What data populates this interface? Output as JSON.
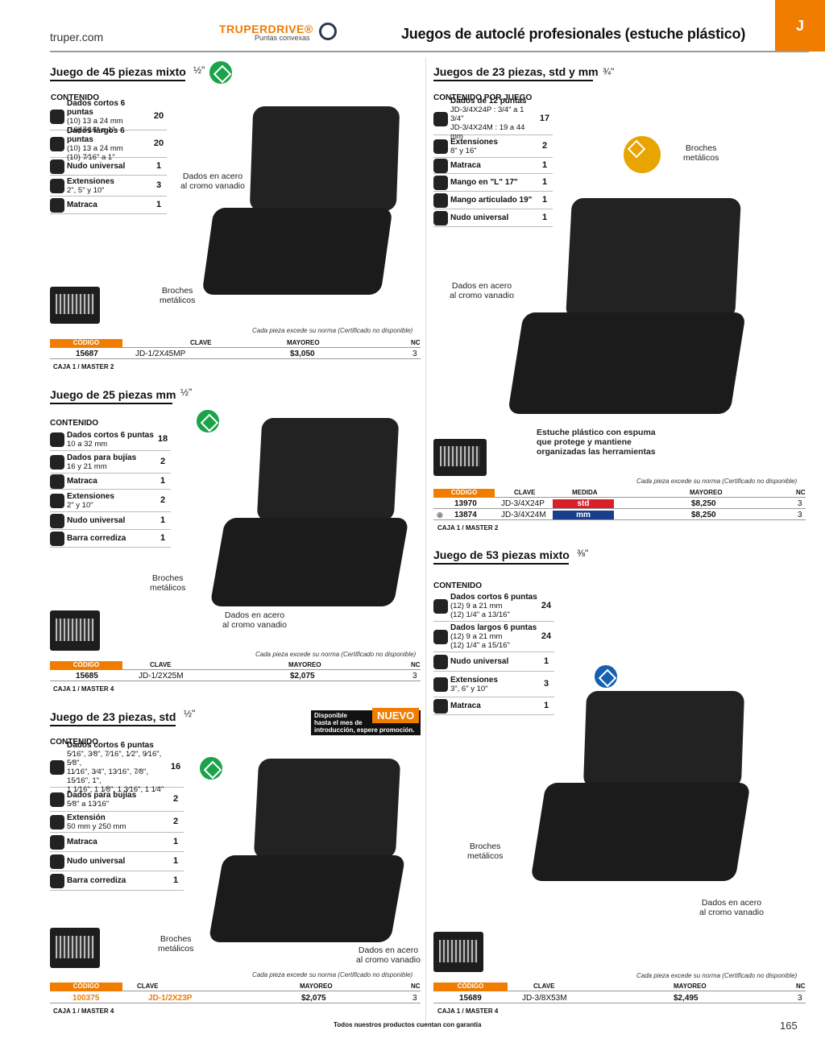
{
  "header": {
    "site": "truper.com",
    "brand": "TRUPERDRIVE",
    "brand_mark": "®",
    "brand_sub": "Puntas convexas",
    "title": "Juegos de autoclé profesionales (estuche plástico)",
    "tab": "J"
  },
  "table_headers": {
    "codigo": "CÓDIGO",
    "clave": "CLAVE",
    "medida": "MEDIDA",
    "mayoreo": "MAYOREO",
    "nc": "NC"
  },
  "note": "Cada pieza excede su norma (Certificado no disponible)",
  "callouts": {
    "acero": "Dados en acero\nal cromo vanadio",
    "broches": "Broches\nmetálicos",
    "estuche": "Estuche plástico con espuma\nque protege y mantiene\norganizadas las herramientas"
  },
  "sections": {
    "s45": {
      "title": "Juego de 45 piezas mixto",
      "drive": "½\"",
      "contenido": "CONTENIDO",
      "items": [
        {
          "name": "Dados cortos 6 puntas",
          "desc": "(10) 13 a 24 mm\n(10) 7⁄16\" a 1\"",
          "qty": "20"
        },
        {
          "name": "Dados largos 6 puntas",
          "desc": "(10) 13 a 24 mm\n(10) 7⁄16\" a 1\"",
          "qty": "20"
        },
        {
          "name": "Nudo universal",
          "desc": "",
          "qty": "1"
        },
        {
          "name": "Extensiones",
          "desc": "2\", 5\" y 10\"",
          "qty": "3"
        },
        {
          "name": "Matraca",
          "desc": "",
          "qty": "1"
        }
      ],
      "row": {
        "codigo": "15687",
        "clave": "JD-1/2X45MP",
        "mayoreo": "$3,050",
        "nc": "3"
      },
      "caja": "CAJA 1 / MASTER 2"
    },
    "s25": {
      "title": "Juego de 25 piezas mm",
      "drive": "½\"",
      "contenido": "CONTENIDO",
      "items": [
        {
          "name": "Dados cortos 6 puntas",
          "desc": "10 a 32 mm",
          "qty": "18"
        },
        {
          "name": "Dados para bujías",
          "desc": "16 y 21 mm",
          "qty": "2"
        },
        {
          "name": "Matraca",
          "desc": "",
          "qty": "1"
        },
        {
          "name": "Extensiones",
          "desc": "2\" y 10\"",
          "qty": "2"
        },
        {
          "name": "Nudo universal",
          "desc": "",
          "qty": "1"
        },
        {
          "name": "Barra corrediza",
          "desc": "",
          "qty": "1"
        }
      ],
      "row": {
        "codigo": "15685",
        "clave": "JD-1/2X25M",
        "mayoreo": "$2,075",
        "nc": "3"
      },
      "caja": "CAJA 1 / MASTER 4"
    },
    "s23std": {
      "title": "Juego de 23 piezas, std",
      "drive": "½\"",
      "contenido": "CONTENIDO",
      "new_note": "Disponible\nhasta el mes de\nintroducción, espere promoción.",
      "new_badge": "NUEVO",
      "items": [
        {
          "name": "Dados cortos 6 puntas",
          "desc": "5⁄16\", 3⁄8\", 7⁄16\", 1⁄2\", 9⁄16\", 5⁄8\",\n11⁄16\", 3⁄4\", 13⁄16\", 7⁄8\", 15⁄16\", 1\",\n1 1⁄16\", 1 1⁄8\", 1 3⁄16\", 1 1⁄4\"",
          "qty": "16"
        },
        {
          "name": "Dados para bujías",
          "desc": "5⁄8\" a 13⁄16\"",
          "qty": "2"
        },
        {
          "name": "Extensión",
          "desc": "50 mm y 250 mm",
          "qty": "2"
        },
        {
          "name": "Matraca",
          "desc": "",
          "qty": "1"
        },
        {
          "name": "Nudo universal",
          "desc": "",
          "qty": "1"
        },
        {
          "name": "Barra corrediza",
          "desc": "",
          "qty": "1"
        }
      ],
      "row": {
        "codigo": "100375",
        "clave": "JD-1/2X23P",
        "mayoreo": "$2,075",
        "nc": "3"
      },
      "caja": "CAJA 1 / MASTER 4"
    },
    "s23mm": {
      "title": "Juegos de 23 piezas, std y mm",
      "drive": "¾\"",
      "contenido": "CONTENIDO POR JUEGO",
      "items": [
        {
          "name": "Dados de 12 puntas",
          "desc": "JD-3/4X24P : 3/4\" a 1 3/4\"\nJD-3/4X24M : 19 a 44 mm",
          "qty": "17"
        },
        {
          "name": "Extensiones",
          "desc": "8\" y 16\"",
          "qty": "2"
        },
        {
          "name": "Matraca",
          "desc": "",
          "qty": "1"
        },
        {
          "name": "Mango en \"L\" 17\"",
          "desc": "",
          "qty": "1"
        },
        {
          "name": "Mango articulado 19\"",
          "desc": "",
          "qty": "1"
        },
        {
          "name": "Nudo universal",
          "desc": "",
          "qty": "1"
        }
      ],
      "rows": [
        {
          "codigo": "13970",
          "clave": "JD-3/4X24P",
          "medida": "std",
          "mayoreo": "$8,250",
          "nc": "3"
        },
        {
          "codigo": "13874",
          "clave": "JD-3/4X24M",
          "medida": "mm",
          "mayoreo": "$8,250",
          "nc": "3"
        }
      ],
      "caja": "CAJA 1 / MASTER 2"
    },
    "s53": {
      "title": "Juego de 53 piezas mixto",
      "drive": "⅜\"",
      "contenido": "CONTENIDO",
      "items": [
        {
          "name": "Dados cortos 6 puntas",
          "desc": "(12) 9 a 21 mm\n(12) 1/4\" a 13/16\"",
          "qty": "24"
        },
        {
          "name": "Dados largos 6 puntas",
          "desc": "(12) 9 a 21 mm\n(12) 1/4\" a 15/16\"",
          "qty": "24"
        },
        {
          "name": "Nudo universal",
          "desc": "",
          "qty": "1"
        },
        {
          "name": "Extensiones",
          "desc": "3\", 6\" y 10\"",
          "qty": "3"
        },
        {
          "name": "Matraca",
          "desc": "",
          "qty": "1"
        }
      ],
      "row": {
        "codigo": "15689",
        "clave": "JD-3/8X53M",
        "mayoreo": "$2,495",
        "nc": "3"
      },
      "caja": "CAJA 1 / MASTER 4"
    }
  },
  "footer": "Todos nuestros productos cuentan con garantía",
  "page_number": "165"
}
